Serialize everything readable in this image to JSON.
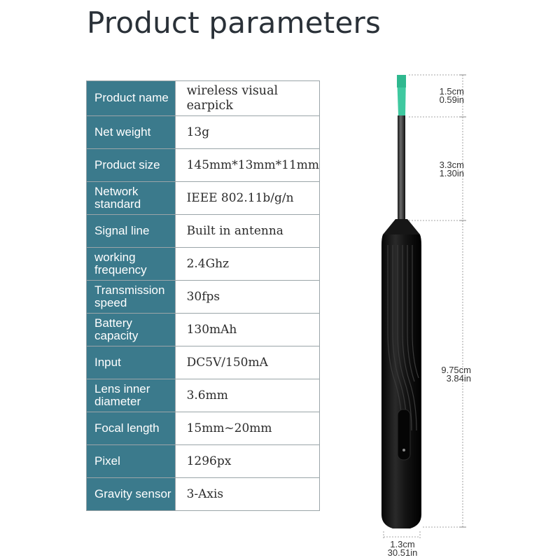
{
  "title": "Product parameters",
  "specs": [
    {
      "label": "Product name",
      "value": "wireless visual earpick"
    },
    {
      "label": "Net weight",
      "value": "13g"
    },
    {
      "label": "Product size",
      "value": "145mm*13mm*11mm"
    },
    {
      "label": "Network standard",
      "value": "IEEE 802.11b/g/n"
    },
    {
      "label": "Signal line",
      "value": "Built in antenna"
    },
    {
      "label": "working frequency",
      "value": "2.4Ghz"
    },
    {
      "label": "Transmission speed",
      "value": "30fps"
    },
    {
      "label": "Battery capacity",
      "value": "130mAh"
    },
    {
      "label": "Input",
      "value": "DC5V/150mA"
    },
    {
      "label": "Lens inner diameter",
      "value": "3.6mm"
    },
    {
      "label": "Focal length",
      "value": "15mm~20mm"
    },
    {
      "label": "Pixel",
      "value": "1296px"
    },
    {
      "label": "Gravity sensor",
      "value": "3-Axis"
    }
  ],
  "dimensions": {
    "tip": {
      "cm": "1.5cm",
      "in": "0.59in"
    },
    "shaft": {
      "cm": "3.3cm",
      "in": "1.30in"
    },
    "body": {
      "cm": "9.75cm",
      "in": "3.84in"
    },
    "width": {
      "cm": "1.3cm",
      "in": "30.51in"
    }
  },
  "colors": {
    "header_cell": "#3b7a8c",
    "tip": "#3fc9a0",
    "device_body": "#121212"
  }
}
